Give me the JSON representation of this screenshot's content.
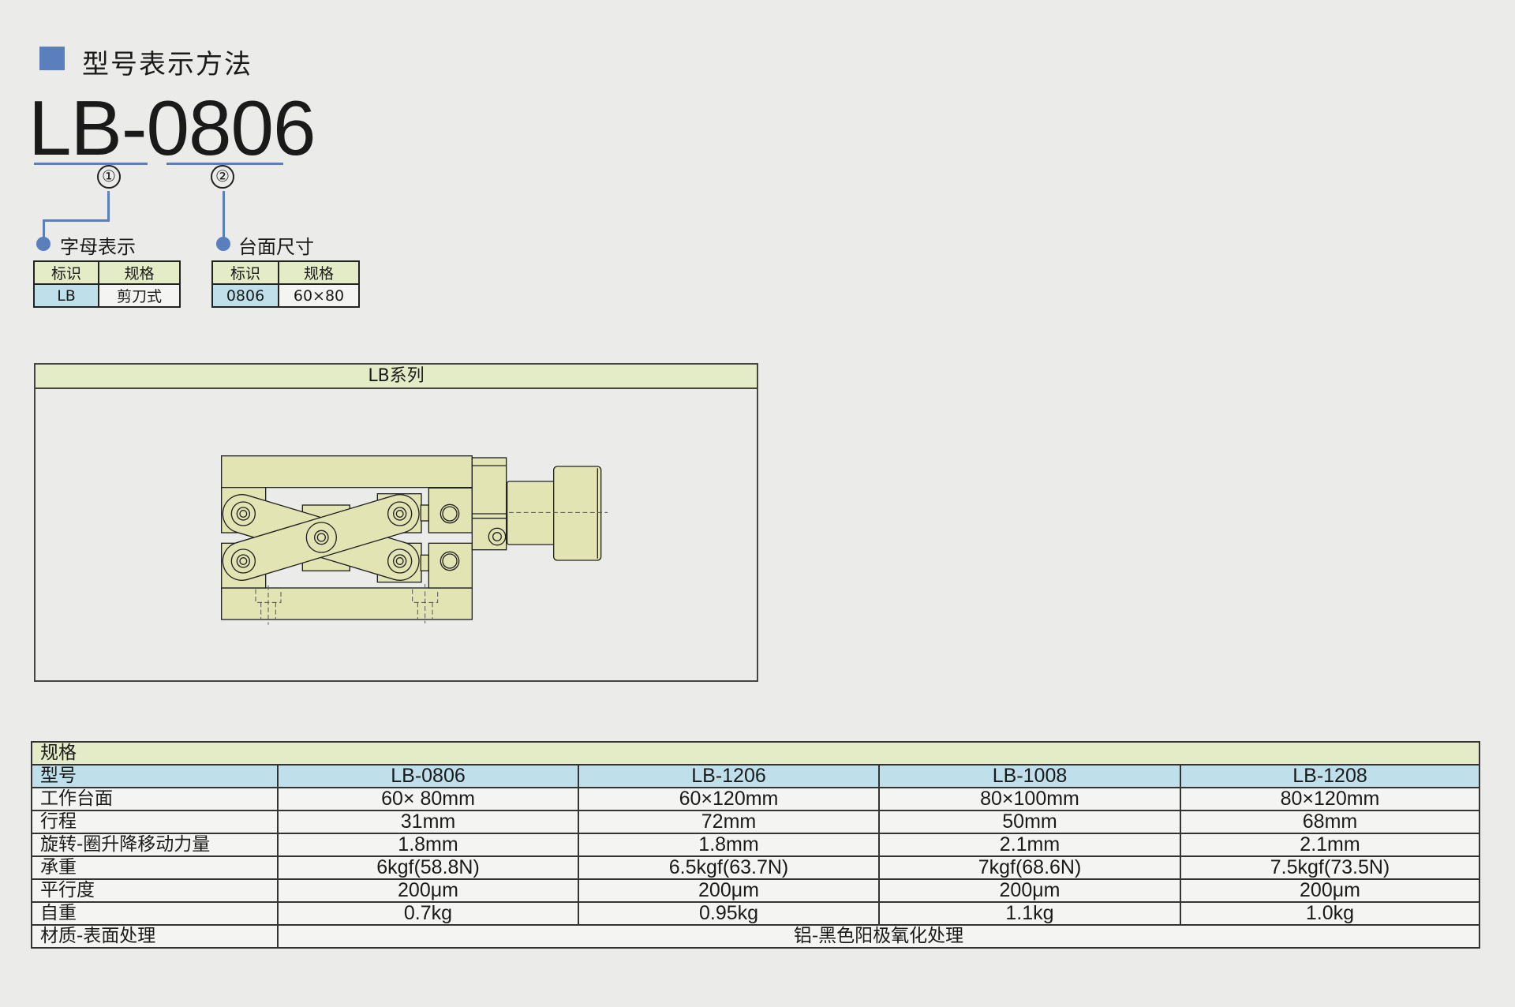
{
  "section_title": "型号表示方法",
  "model_code": "LB-0806",
  "markers": [
    "①",
    "②"
  ],
  "part1": {
    "label": "字母表示",
    "headers": [
      "标识",
      "规格"
    ],
    "row": [
      "LB",
      "剪刀式"
    ]
  },
  "part2": {
    "label": "台面尺寸",
    "headers": [
      "标识",
      "规格"
    ],
    "row": [
      "0806",
      "60×80"
    ]
  },
  "drawing": {
    "title": "LB系列"
  },
  "spec": {
    "title": "规格",
    "header_label": "型号",
    "models": [
      "LB-0806",
      "LB-1206",
      "LB-1008",
      "LB-1208"
    ],
    "rows": [
      {
        "label": "工作台面",
        "values": [
          "60× 80mm",
          "60×120mm",
          "80×100mm",
          "80×120mm"
        ]
      },
      {
        "label": "行程",
        "values": [
          "31mm",
          "72mm",
          "50mm",
          "68mm"
        ]
      },
      {
        "label": "旋转-圈升降移动力量",
        "values": [
          "1.8mm",
          "1.8mm",
          "2.1mm",
          "2.1mm"
        ]
      },
      {
        "label": "承重",
        "values": [
          "6kgf(58.8N)",
          "6.5kgf(63.7N)",
          "7kgf(68.6N)",
          "7.5kgf(73.5N)"
        ]
      },
      {
        "label": "平行度",
        "values": [
          "200μm",
          "200μm",
          "200μm",
          "200μm"
        ]
      },
      {
        "label": "自重",
        "values": [
          "0.7kg",
          "0.95kg",
          "1.1kg",
          "1.0kg"
        ]
      }
    ],
    "material_label": "材质-表面处理",
    "material_value": "铝-黑色阳极氧化处理"
  },
  "colors": {
    "accent": "#5b7fbd",
    "header_green": "#e4ebc7",
    "header_blue": "#bfe0ea",
    "part_fill": "#e3e4b4"
  }
}
